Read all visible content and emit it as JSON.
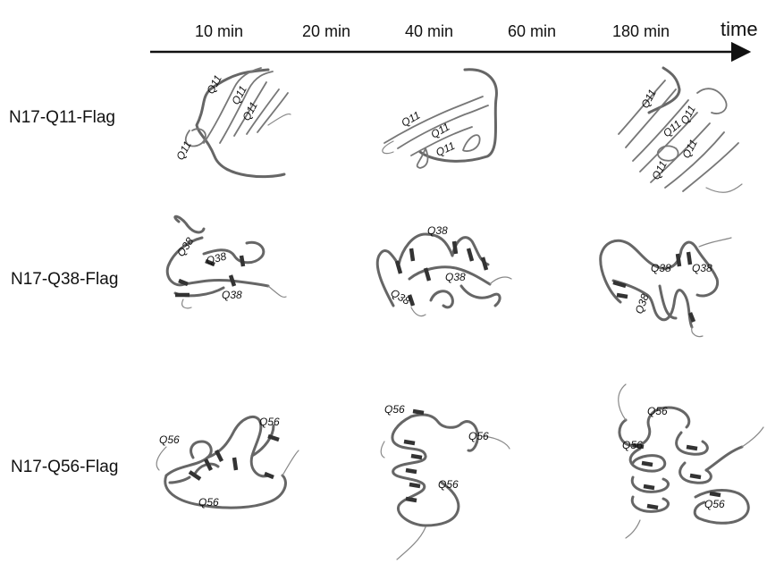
{
  "timeline": {
    "title": "time",
    "ticks": [
      "10 min",
      "20 min",
      "40 min",
      "60 min",
      "180 min"
    ]
  },
  "rows": [
    {
      "label": "N17-Q11-Flag",
      "segment": "Q11"
    },
    {
      "label": "N17-Q38-Flag",
      "segment": "Q38"
    },
    {
      "label": "N17-Q56-Flag",
      "segment": "Q56"
    }
  ],
  "colors": {
    "chain": "#666666",
    "block": "#333333",
    "text": "#111111"
  }
}
